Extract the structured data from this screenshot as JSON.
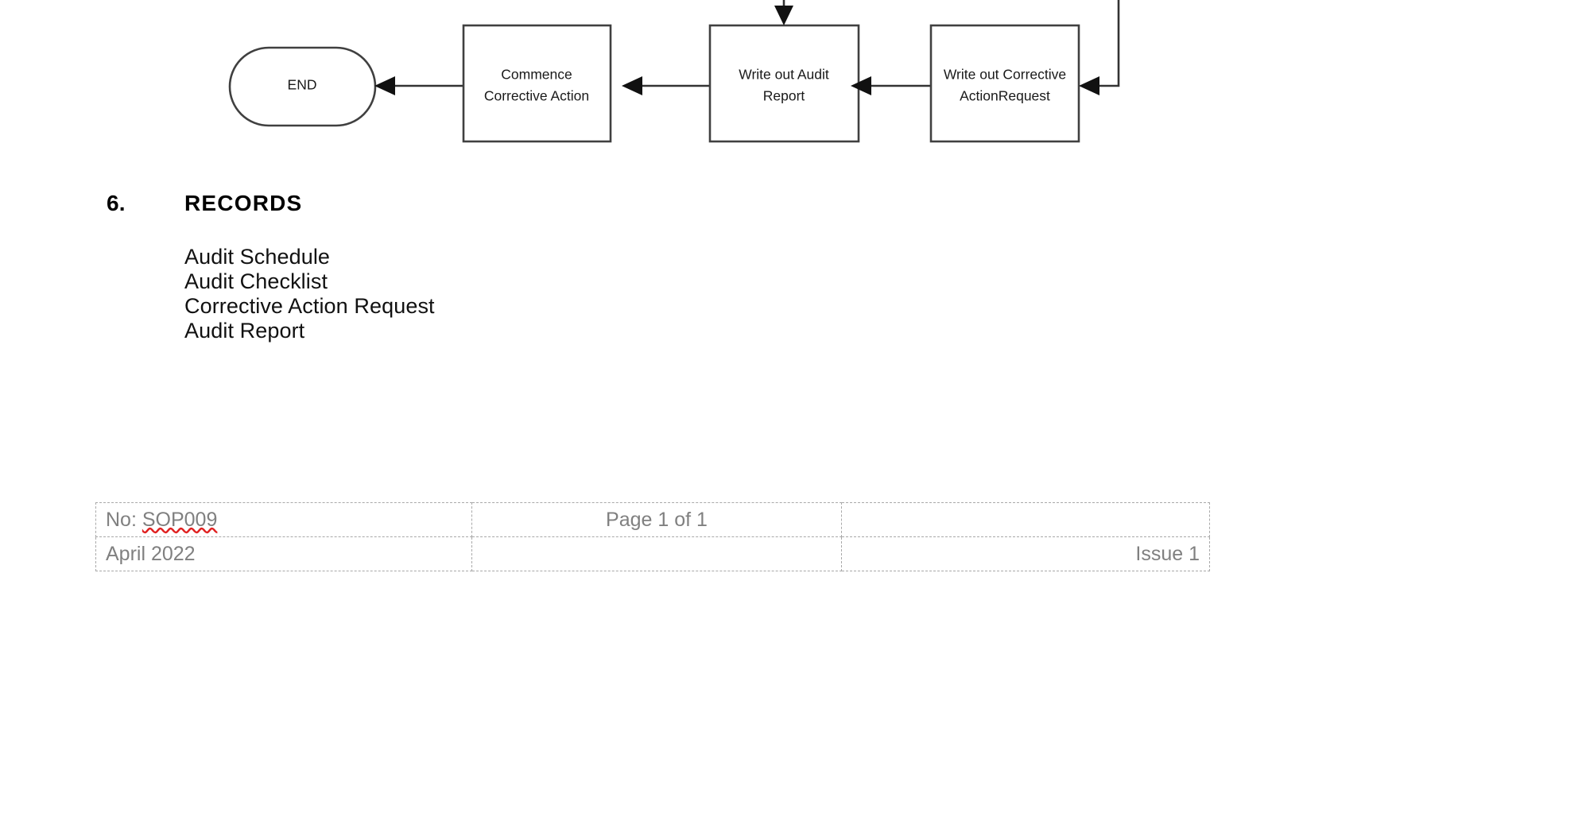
{
  "document": {
    "section": {
      "number": "6.",
      "title": "RECORDS",
      "records": [
        "Audit Schedule",
        "Audit Checklist",
        "Corrective Action Request",
        "Audit Report"
      ]
    },
    "footer": {
      "rows": [
        {
          "left_prefix": "No: ",
          "left_value": "SOP009",
          "center": "Page 1 of 1",
          "right": ""
        },
        {
          "left_prefix": "",
          "left_value": "April 2022",
          "center": "",
          "right": "Issue 1"
        }
      ],
      "text_color": "#808080",
      "border_color": "#a9a9a9",
      "spellcheck_underline_color": "#e02020"
    }
  },
  "flowchart": {
    "type": "process-flow",
    "direction": "right-to-left",
    "stroke_color": "#404040",
    "fill_color": "#ffffff",
    "nodes": [
      {
        "id": "end",
        "shape": "terminator",
        "label_lines": [
          "END"
        ]
      },
      {
        "id": "commence",
        "shape": "process",
        "label_lines": [
          "Commence",
          "Corrective Action"
        ]
      },
      {
        "id": "audit_rep",
        "shape": "process",
        "label_lines": [
          "Write out Audit",
          "Report"
        ]
      },
      {
        "id": "car",
        "shape": "process",
        "label_lines": [
          "Write out Corrective",
          "ActionRequest"
        ]
      }
    ],
    "edges": [
      {
        "from": "commence",
        "to": "end",
        "style": "straight-arrow-left"
      },
      {
        "from": "audit_rep",
        "to": "commence",
        "style": "straight-arrow-left"
      },
      {
        "from": "car",
        "to": "audit_rep",
        "style": "straight-arrow-left"
      },
      {
        "from": "above",
        "to": "audit_rep",
        "style": "arrow-down-into-top"
      },
      {
        "from": "above-right",
        "to": "car",
        "style": "elbow-arrow-left"
      }
    ]
  }
}
